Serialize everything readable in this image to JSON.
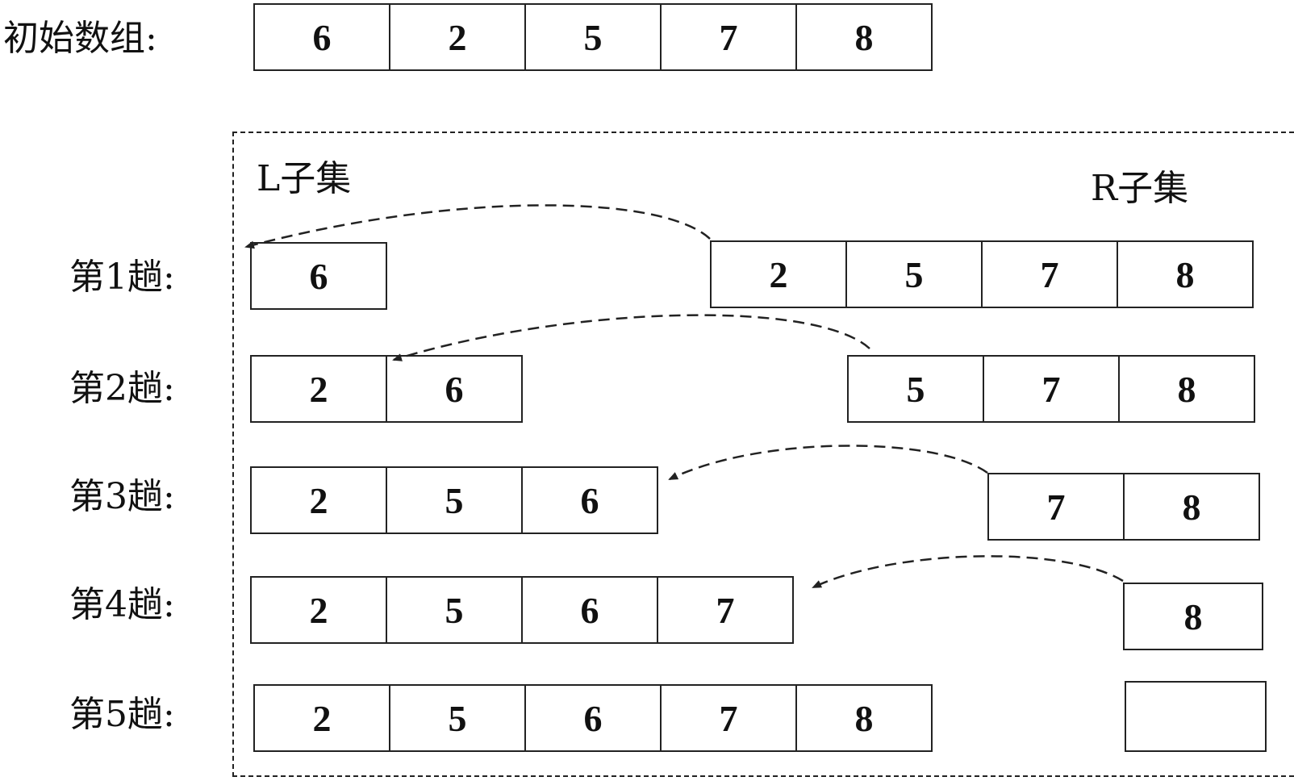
{
  "initial": {
    "label": "初始数组:",
    "values": [
      "6",
      "2",
      "5",
      "7",
      "8"
    ]
  },
  "subsets": {
    "left_label": "L子集",
    "right_label": "R子集"
  },
  "passes": [
    {
      "label": "第1趟:",
      "left": [
        "6"
      ],
      "right": [
        "2",
        "5",
        "7",
        "8"
      ]
    },
    {
      "label": "第2趟:",
      "left": [
        "2",
        "6"
      ],
      "right": [
        "5",
        "7",
        "8"
      ]
    },
    {
      "label": "第3趟:",
      "left": [
        "2",
        "5",
        "6"
      ],
      "right": [
        "7",
        "8"
      ]
    },
    {
      "label": "第4趟:",
      "left": [
        "2",
        "5",
        "6",
        "7"
      ],
      "right": [
        "8"
      ]
    },
    {
      "label": "第5趟:",
      "left": [
        "2",
        "5",
        "6",
        "7",
        "8"
      ],
      "right": [
        ""
      ]
    }
  ]
}
